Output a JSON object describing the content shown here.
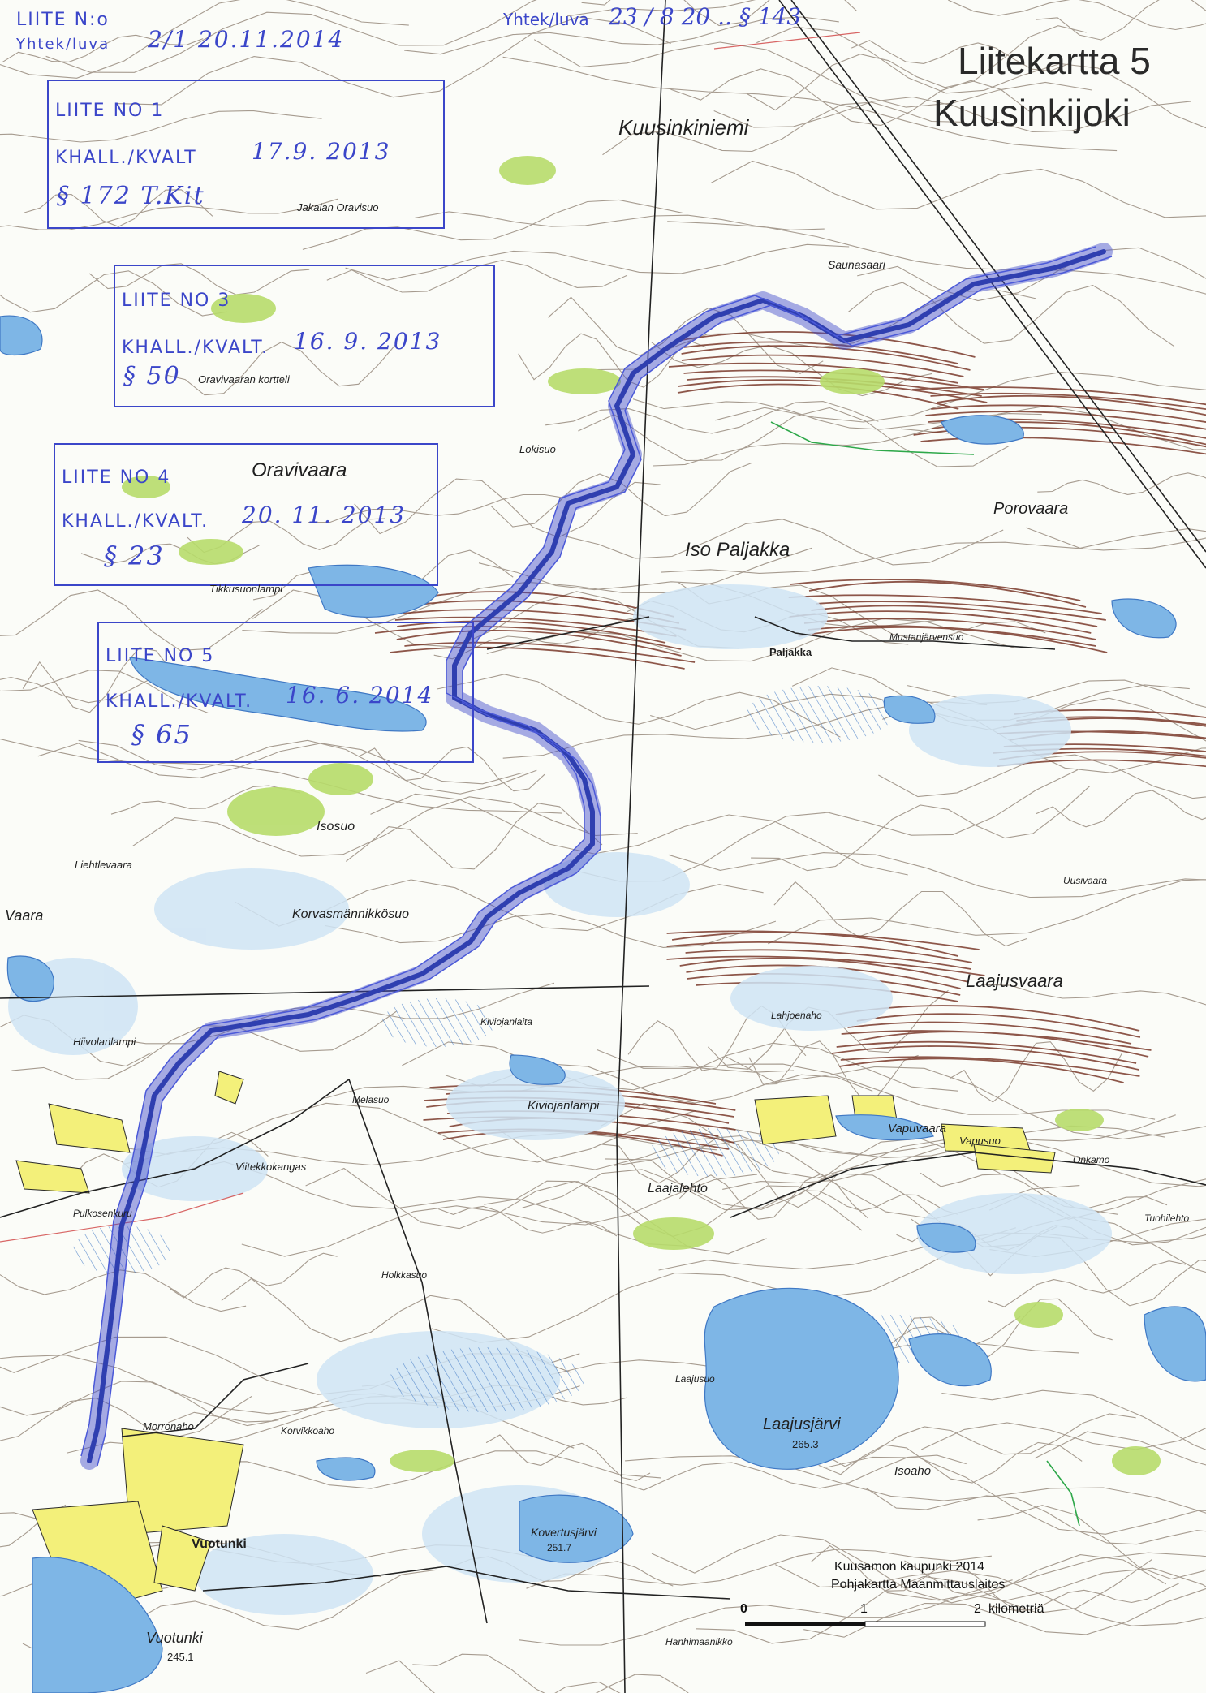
{
  "map": {
    "title_line1": "Liitekartta 5",
    "title_line2": "Kuusinkijoki",
    "credit_line1": "Kuusamon kaupunki 2014",
    "credit_line2": "Pohjakartta Maanmittauslaitos",
    "scale": {
      "tick_0": "0",
      "tick_1": "1",
      "tick_2": "2",
      "unit": "kilometriä"
    }
  },
  "stamps": {
    "top": {
      "row1_label": "LIITE N:o",
      "row2_label": "Yhtek/luva",
      "row2_hand": "2/1  20.11.2014",
      "right_label": "Yhtek/luva",
      "right_hand": "23 / 8  20 .. § 143"
    },
    "s1": {
      "row1": "LIITE NO  1",
      "row2": "KHALL./KVALT",
      "row2_hand": "17.9.  2013",
      "row3_hand": "§ 172   T.Kit"
    },
    "s2": {
      "row1": "LIITE NO  3",
      "row2": "KHALL./KVALT.",
      "row2_hand": "16. 9.  2013",
      "row3_hand": "§ 50"
    },
    "s3": {
      "row1": "LIITE NO  4",
      "row2": "KHALL./KVALT.",
      "row2_hand": "20. 11.  2013",
      "row3_hand": "§ 23"
    },
    "s4": {
      "row1": "LIITE NO  5",
      "row2": "KHALL./KVALT.",
      "row2_hand": "16. 6. 2014",
      "row3_hand": "§ 65"
    }
  },
  "places": {
    "kuusinkiniemi": "Kuusinkiniemi",
    "oravivaara": "Oravivaara",
    "iso_paljakka": "Iso Paljakka",
    "porovaara": "Porovaara",
    "paljakka": "Paljakka",
    "laajusvaara": "Laajusvaara",
    "vapuvaara": "Vapuvaara",
    "laajusjarvi": "Laajusjärvi",
    "laajusjarvi_alt": "265.3",
    "kovertusjarvi": "Kovertusjärvi",
    "kovertusjarvi_alt": "251.7",
    "vuotunki": "Vuotunki",
    "vuotunki_lake": "Vuotunki",
    "vuotunki_alt": "245.1",
    "isoaho": "Isoaho",
    "morronaho": "Morronaho",
    "korvasmannikkosuo": "Korvasmännikkösuo",
    "tikkusuonlampi": "Tikkusuonlampi",
    "kivioja": "Kiviojanlaita",
    "isosuo": "Isosuo",
    "melasuo": "Melasuo",
    "laajalehto": "Laajalehto",
    "onkamo": "Onkamo",
    "vapusuo": "Vapusuo",
    "holkkasuo": "Holkkasuo",
    "pulkosenkuru": "Pulkosenkuru",
    "hiivolanlampi": "Hiivolanlampi",
    "lokisuo": "Lokisuo",
    "mustanjarvensuo": "Mustanjärvensuo",
    "saunasaari": "Saunasaari",
    "liehtlevaara": "Liehtlevaara",
    "vaara": "Vaara",
    "lahjoenaho": "Lahjoenaho",
    "laajusuo": "Laajusuo",
    "uusivaara": "Uusivaara",
    "jalkalan": "Jakalan Oravisuo",
    "oravivaaran_kortteli": "Oravivaaran kortteli",
    "viitekkokangas": "Viitekkokangas",
    "korvikkoaho": "Korvikkoaho",
    "hanhimaanikko": "Hanhimaanikko",
    "kivilampi": "Kiviojanlampi",
    "tuohilehto": "Tuohilehto"
  },
  "colors": {
    "water": "#7eb6e6",
    "water_dark": "#3f78c4",
    "field": "#f3f07a",
    "green": "#b7dc6a",
    "contour": "#8a7b6d",
    "contour_brown": "#7a3a2b",
    "ink": "#3b46c9",
    "road": "#222222"
  }
}
